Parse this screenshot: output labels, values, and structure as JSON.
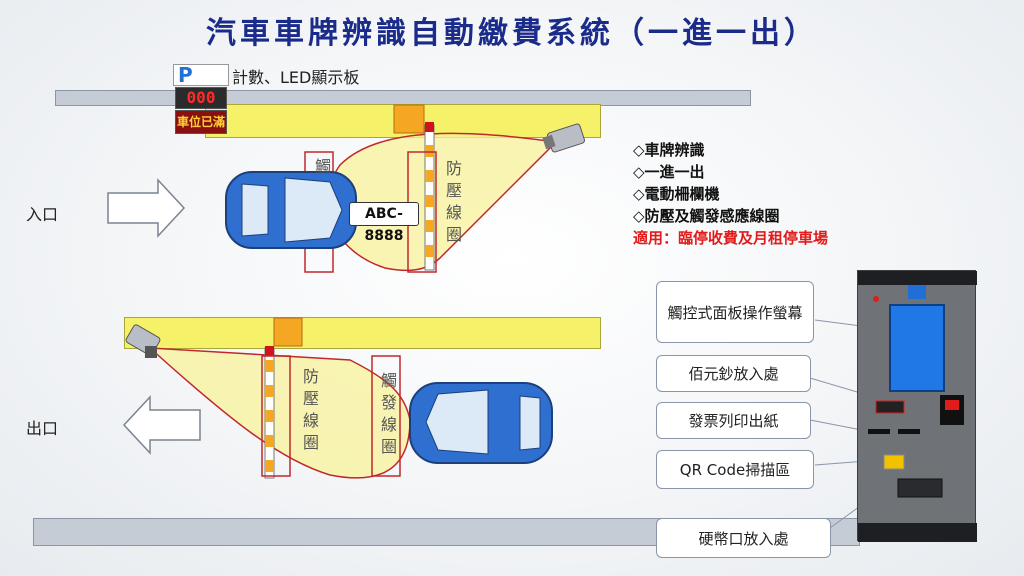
{
  "title": "汽車車牌辨識自動繳費系統（一進一出）",
  "sign": {
    "p_letter": "P",
    "counter": "000",
    "full_text": "車位已滿",
    "caption": "計數、LED顯示板"
  },
  "labels": {
    "entrance": "入口",
    "exit": "出口"
  },
  "plate": "ABC-8888",
  "coils": {
    "entry_trigger": "觸",
    "entry_anti_press": "防壓線圈",
    "exit_anti_press": "防壓線圈",
    "exit_trigger": "觸發線圈"
  },
  "features": [
    "◇車牌辨識",
    "◇一進一出",
    "◇電動柵欄機",
    "◇防壓及觸發感應線圈"
  ],
  "applicable": "適用：臨停收費及月租停車場",
  "callouts": {
    "touch_screen": "觸控式面板操作螢幕",
    "bill_slot": "佰元鈔放入處",
    "receipt_paper": "發票列印出紙",
    "qr_scan": "QR Code掃描區",
    "coin_slot": "硬幣口放入處"
  },
  "colors": {
    "title": "#1a2b8a",
    "lane_yellow": "#f5f26a",
    "road_gray": "#c6ccd6",
    "car_blue": "#2f6fd0",
    "camera_cone": "#f8f199",
    "alert_red": "#e21b1b",
    "kiosk_gray": "#6f7378"
  }
}
